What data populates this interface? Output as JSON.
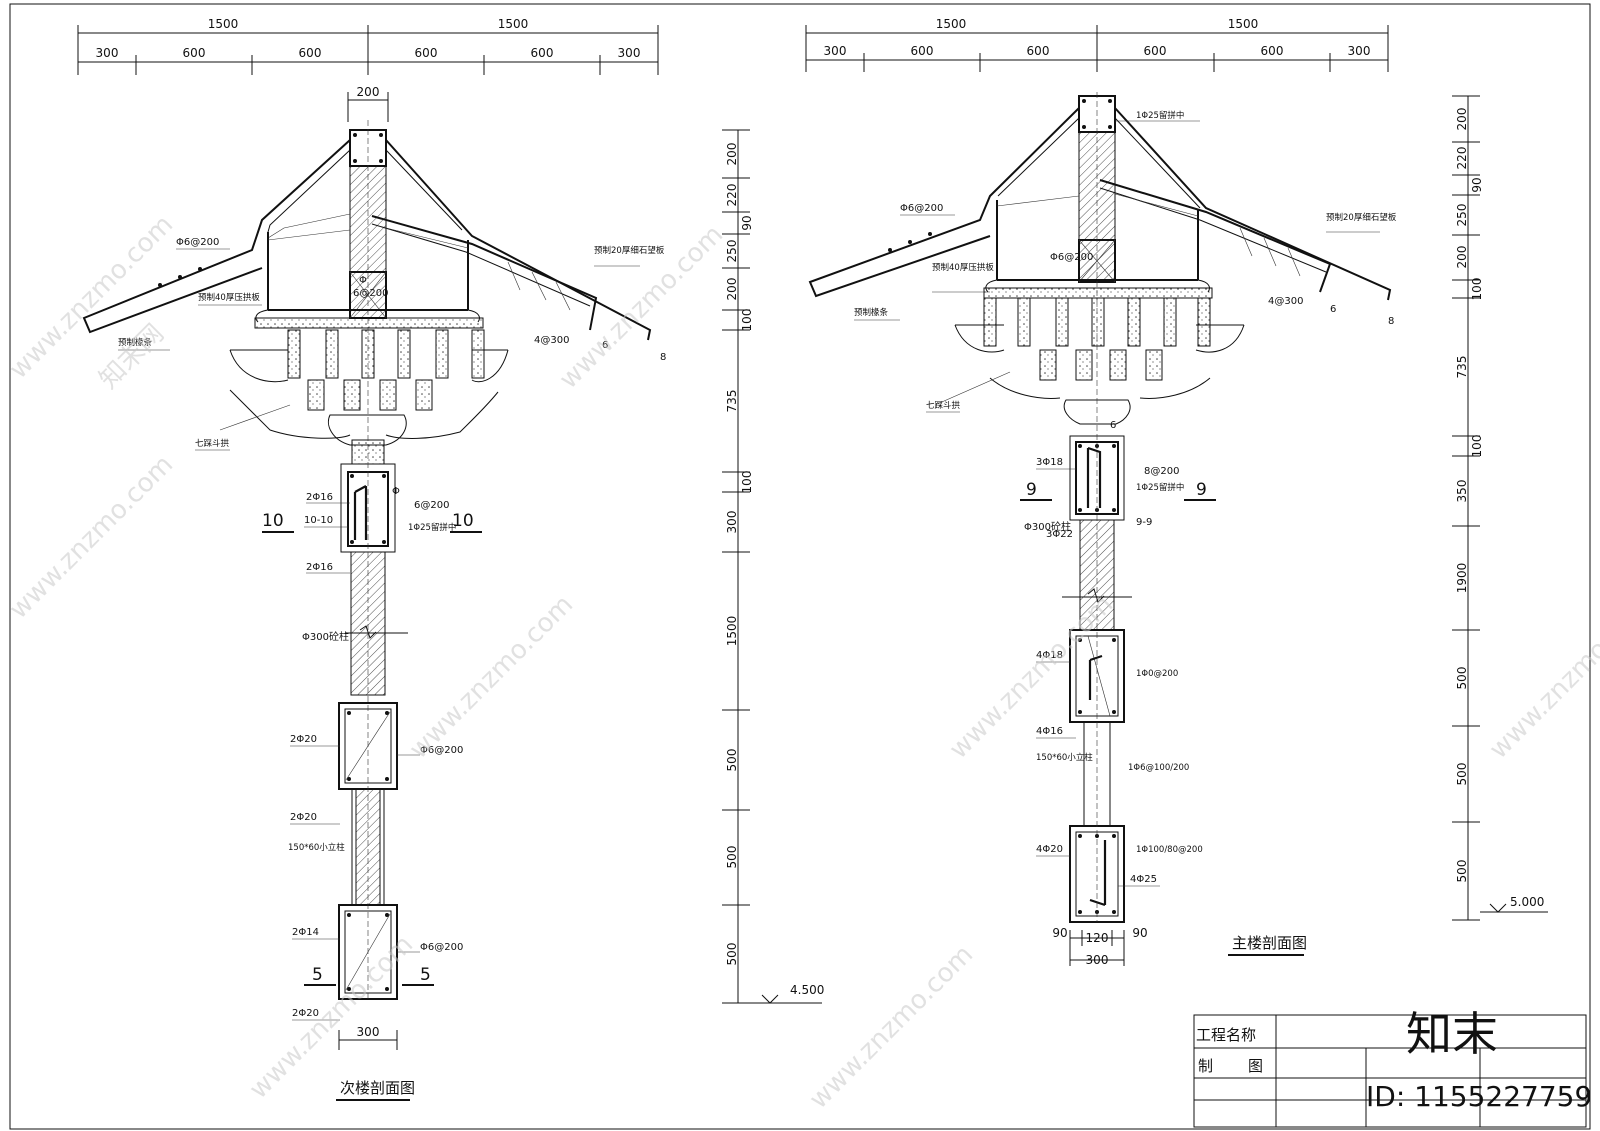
{
  "left_section": {
    "title": "次楼剖面图",
    "top_dims_total": [
      "1500",
      "1500"
    ],
    "top_dims_parts": [
      "300",
      "600",
      "600",
      "600",
      "600",
      "300"
    ],
    "ridge_width": "200",
    "labels": {
      "rafter_rebar": "Φ6@200",
      "prefab_purlin": "预制椽条",
      "prefab_board": "预制40厚压拱板",
      "stirrup_phi": "Φ",
      "stirrup_spacing": "6@200",
      "tile_board": "预制20厚细石望板",
      "rebar_4_300": "4@300",
      "phi_6": "6",
      "phi_8": "8",
      "bracket": "七踩斗拱",
      "r_2phi16_top": "2Φ16",
      "sec_10_10": "10-10",
      "r_phi_top": "Φ",
      "r_6_200": "6@200",
      "r_1phi25": "1Φ25留拼中",
      "r_2phi16_bot": "2Φ16",
      "column": "Φ300砼柱",
      "r_2phi20_a": "2Φ20",
      "r_phi6_200_a": "Φ6@200",
      "r_2phi20_b": "2Φ20",
      "small_col": "150*60小立柱",
      "r_2phi14": "2Φ14",
      "r_phi6_200_b": "Φ6@200",
      "r_2phi20_c": "2Φ20",
      "sec_10": "10",
      "sec_5": "5",
      "base_width": "300"
    },
    "side_dims": [
      "200",
      "220",
      "90",
      "250",
      "200",
      "100",
      "735",
      "100",
      "300",
      "1500",
      "500",
      "500",
      "500"
    ],
    "elevation": "4.500"
  },
  "right_section": {
    "title": "主楼剖面图",
    "top_dims_total": [
      "1500",
      "1500"
    ],
    "top_dims_parts": [
      "300",
      "600",
      "600",
      "600",
      "600",
      "300"
    ],
    "labels": {
      "ridge_rebar": "1Φ25留拼中",
      "rafter_rebar": "Φ6@200",
      "tile_board": "预制20厚细石望板",
      "stirrup": "Φ6@200",
      "prefab_board": "预制40厚压拱板",
      "prefab_purlin": "预制椽条",
      "rebar_4_300": "4@300",
      "phi_6": "6",
      "phi_8": "8",
      "bracket": "七踩斗拱",
      "phi_6b": "6",
      "r_3phi18": "3Φ18",
      "r_8_200": "8@200",
      "r_1phi25": "1Φ25留拼中",
      "sec_9": "9",
      "sec_9_9": "9-9",
      "column": "Φ300砼柱",
      "r_3phi22": "3Φ22",
      "r_4phi18": "4Φ18",
      "r_1phi_0_200": "1Φ0@200",
      "r_4phi16": "4Φ16",
      "small_col": "150*60小立柱",
      "r_1phi_6_100_200": "1Φ6@100/200",
      "r_4phi20": "4Φ20",
      "r_1phi_100_80_200": "1Φ100/80@200",
      "r_4phi25": "4Φ25",
      "base_90a": "90",
      "base_120": "120",
      "base_90b": "90",
      "base_300": "300"
    },
    "side_dims": [
      "200",
      "220",
      "90",
      "250",
      "200",
      "100",
      "735",
      "100",
      "350",
      "1900",
      "500",
      "500",
      "500"
    ],
    "elevation": "5.000"
  },
  "title_block": {
    "project_name": "工程名称",
    "drawn": "制",
    "drawn2": "图"
  },
  "watermark": {
    "logo": "知末",
    "id": "ID: 1155227759",
    "site": "www.znzmo.com",
    "site_cn": "知末网"
  }
}
